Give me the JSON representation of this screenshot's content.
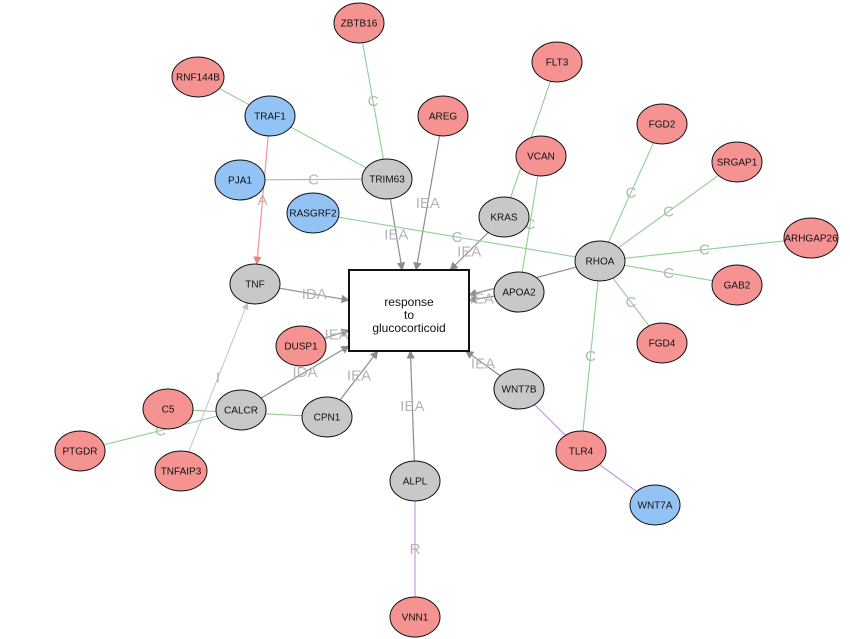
{
  "colors": {
    "red_node": "#f59393",
    "blue_node": "#93c3f5",
    "grey_node": "#c8c8c8",
    "grey_edge": "#8c8c8c",
    "light_grey_edge": "#c3c3c3",
    "green_edge": "#8fcf8f",
    "purple_edge": "#c793d8",
    "red_edge": "#f59393"
  },
  "center": {
    "lines": [
      "response",
      "to",
      "glucocorticoid"
    ]
  },
  "nodes": [
    {
      "id": "ZBTB16",
      "label": "ZBTB16",
      "color": "red"
    },
    {
      "id": "RNF144B",
      "label": "RNF144B",
      "color": "red"
    },
    {
      "id": "TRAF1",
      "label": "TRAF1",
      "color": "blue"
    },
    {
      "id": "PJA1",
      "label": "PJA1",
      "color": "blue"
    },
    {
      "id": "TRIM63",
      "label": "TRIM63",
      "color": "grey"
    },
    {
      "id": "AREG",
      "label": "AREG",
      "color": "red"
    },
    {
      "id": "FLT3",
      "label": "FLT3",
      "color": "red"
    },
    {
      "id": "VCAN",
      "label": "VCAN",
      "color": "red"
    },
    {
      "id": "KRAS",
      "label": "KRAS",
      "color": "grey"
    },
    {
      "id": "RASGRF2",
      "label": "RASGRF2",
      "color": "blue"
    },
    {
      "id": "FGD2",
      "label": "FGD2",
      "color": "red"
    },
    {
      "id": "SRGAP1",
      "label": "SRGAP1",
      "color": "red"
    },
    {
      "id": "ARHGAP26",
      "label": "ARHGAP26",
      "color": "red"
    },
    {
      "id": "RHOA",
      "label": "RHOA",
      "color": "grey"
    },
    {
      "id": "GAB2",
      "label": "GAB2",
      "color": "red"
    },
    {
      "id": "FGD4",
      "label": "FGD4",
      "color": "red"
    },
    {
      "id": "APOA2",
      "label": "APOA2",
      "color": "grey"
    },
    {
      "id": "TNF",
      "label": "TNF",
      "color": "grey"
    },
    {
      "id": "DUSP1",
      "label": "DUSP1",
      "color": "red"
    },
    {
      "id": "C5",
      "label": "C5",
      "color": "red"
    },
    {
      "id": "CALCR",
      "label": "CALCR",
      "color": "grey"
    },
    {
      "id": "CPN1",
      "label": "CPN1",
      "color": "grey"
    },
    {
      "id": "PTGDR",
      "label": "PTGDR",
      "color": "red"
    },
    {
      "id": "TNFAIP3",
      "label": "TNFAIP3",
      "color": "red"
    },
    {
      "id": "WNT7B",
      "label": "WNT7B",
      "color": "grey"
    },
    {
      "id": "TLR4",
      "label": "TLR4",
      "color": "red"
    },
    {
      "id": "WNT7A",
      "label": "WNT7A",
      "color": "blue"
    },
    {
      "id": "ALPL",
      "label": "ALPL",
      "color": "grey"
    },
    {
      "id": "VNN1",
      "label": "VNN1",
      "color": "red"
    }
  ],
  "edges": [
    {
      "from": "ZBTB16",
      "to": "TRIM63",
      "label": "C",
      "style": "green"
    },
    {
      "from": "RNF144B",
      "to": "TRAF1",
      "label": "",
      "style": "green"
    },
    {
      "from": "TRAF1",
      "to": "TRIM63",
      "label": "",
      "style": "green"
    },
    {
      "from": "PJA1",
      "to": "TRIM63",
      "label": "C",
      "style": "green"
    },
    {
      "from": "TRAF1",
      "to": "TNF",
      "label": "A",
      "style": "red",
      "arrow": true
    },
    {
      "from": "TRIM63",
      "to": "center",
      "label": "IEA",
      "style": "grey",
      "arrow": true
    },
    {
      "from": "AREG",
      "to": "center",
      "label": "IEA",
      "style": "grey",
      "arrow": true
    },
    {
      "from": "FLT3",
      "to": "KRAS",
      "label": "",
      "style": "green"
    },
    {
      "from": "VCAN",
      "to": "APOA2",
      "label": "C",
      "style": "green"
    },
    {
      "from": "KRAS",
      "to": "center",
      "label": "IEA",
      "style": "grey",
      "arrow": true
    },
    {
      "from": "RASGRF2",
      "to": "RHOA",
      "label": "C",
      "style": "green"
    },
    {
      "from": "RHOA",
      "to": "FGD2",
      "label": "C",
      "style": "green"
    },
    {
      "from": "RHOA",
      "to": "SRGAP1",
      "label": "C",
      "style": "green"
    },
    {
      "from": "RHOA",
      "to": "ARHGAP26",
      "label": "C",
      "style": "green"
    },
    {
      "from": "RHOA",
      "to": "GAB2",
      "label": "C",
      "style": "green"
    },
    {
      "from": "RHOA",
      "to": "FGD4",
      "label": "C",
      "style": "green"
    },
    {
      "from": "RHOA",
      "to": "TLR4",
      "label": "C",
      "style": "green"
    },
    {
      "from": "RHOA",
      "to": "center",
      "label": "",
      "style": "grey",
      "arrow": true
    },
    {
      "from": "APOA2",
      "to": "center",
      "label": "IEA",
      "style": "grey",
      "arrow": true
    },
    {
      "from": "TNF",
      "to": "center",
      "label": "IDA",
      "style": "grey",
      "arrow": true
    },
    {
      "from": "DUSP1",
      "to": "center",
      "label": "IEA",
      "style": "grey",
      "arrow": true
    },
    {
      "from": "CALCR",
      "to": "center",
      "label": "IDA",
      "style": "grey",
      "arrow": true
    },
    {
      "from": "CPN1",
      "to": "center",
      "label": "IEA",
      "style": "grey",
      "arrow": true
    },
    {
      "from": "C5",
      "to": "CPN1",
      "label": "",
      "style": "green"
    },
    {
      "from": "PTGDR",
      "to": "CALCR",
      "label": "C",
      "style": "green"
    },
    {
      "from": "TNFAIP3",
      "to": "TNF",
      "label": "I",
      "style": "lightgrey",
      "arrow": true
    },
    {
      "from": "WNT7B",
      "to": "center",
      "label": "IEA",
      "style": "grey",
      "arrow": true
    },
    {
      "from": "WNT7B",
      "to": "TLR4",
      "label": "",
      "style": "purple"
    },
    {
      "from": "TLR4",
      "to": "WNT7A",
      "label": "",
      "style": "purple"
    },
    {
      "from": "ALPL",
      "to": "center",
      "label": "IEA",
      "style": "grey",
      "arrow": true
    },
    {
      "from": "ALPL",
      "to": "VNN1",
      "label": "R",
      "style": "purple"
    }
  ]
}
